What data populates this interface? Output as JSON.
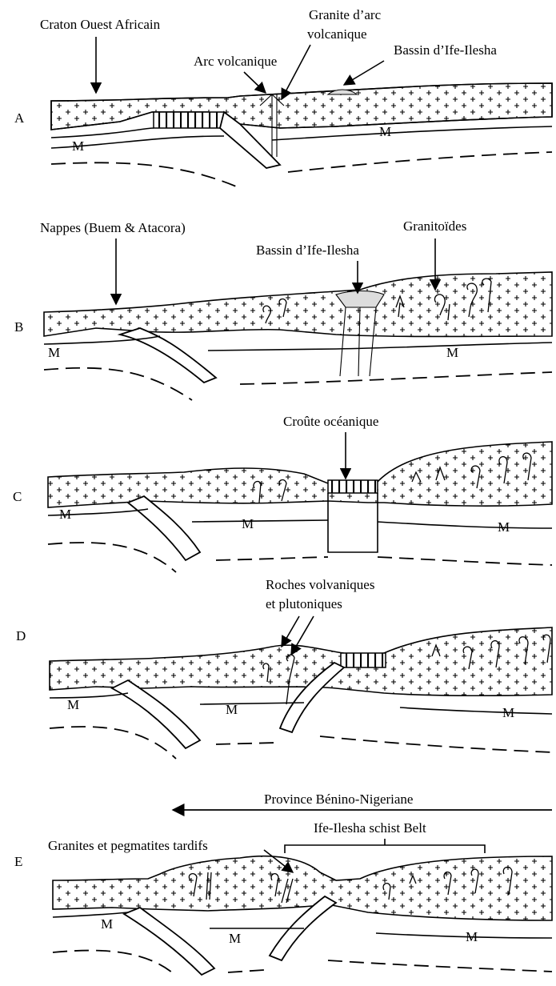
{
  "panels": [
    {
      "letter": "A",
      "moho": [
        "M",
        "M"
      ],
      "annotations": [
        "Craton Ouest Africain",
        "Granite d’arc",
        "volcanique",
        "Arc volcanique",
        "Bassin d’Ife-Ilesha"
      ]
    },
    {
      "letter": "B",
      "moho": [
        "M",
        "M"
      ],
      "annotations": [
        "Nappes (Buem & Atacora)",
        "Bassin d’Ife-Ilesha",
        "Granitoïdes"
      ]
    },
    {
      "letter": "C",
      "moho": [
        "M",
        "M",
        "M"
      ],
      "annotations": [
        "Croûte océanique"
      ]
    },
    {
      "letter": "D",
      "moho": [
        "M",
        "M",
        "M"
      ],
      "annotations": [
        "Roches volvaniques",
        "et plutoniques"
      ]
    },
    {
      "letter": "E",
      "moho": [
        "M",
        "M",
        "M"
      ],
      "annotations": [
        "Province Bénino-Nigeriane",
        "Ife-Ilesha schist Belt",
        "Granites et pegmatites tardifs"
      ]
    }
  ]
}
